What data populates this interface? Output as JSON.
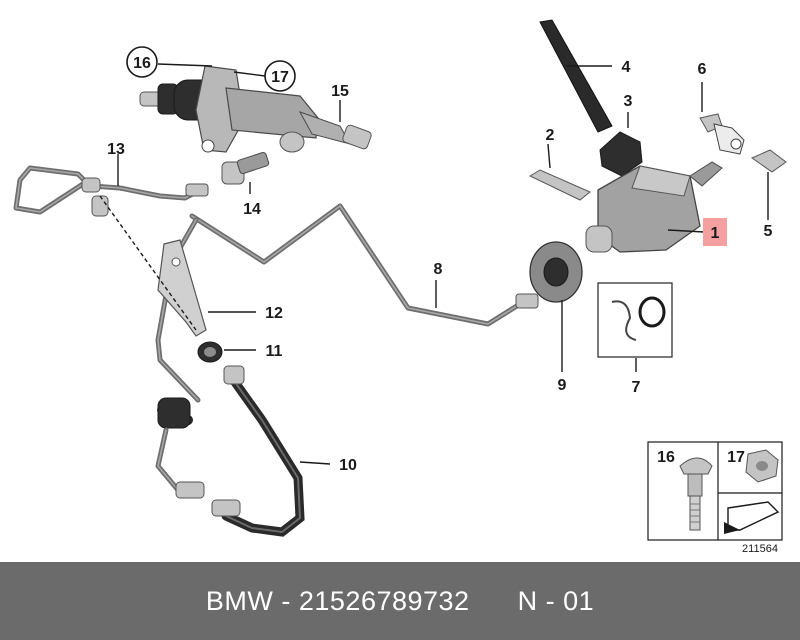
{
  "diagram": {
    "callouts": {
      "p1": "1",
      "p2": "2",
      "p3": "3",
      "p4": "4",
      "p5": "5",
      "p6": "6",
      "p7": "7",
      "p8": "8",
      "p9": "9",
      "p10": "10",
      "p11": "11",
      "p12": "12",
      "p13": "13",
      "p14": "14",
      "p15": "15",
      "p16": "16",
      "p17": "17"
    },
    "inset": {
      "left_label": "16",
      "right_label": "17"
    },
    "diagram_number": "211564",
    "highlight_color": "#f4a0a0"
  },
  "footer": {
    "brand": "BMW",
    "separator": " - ",
    "part_number": "21526789732",
    "suffix": "N - 01",
    "background": "#6b6b6b"
  }
}
